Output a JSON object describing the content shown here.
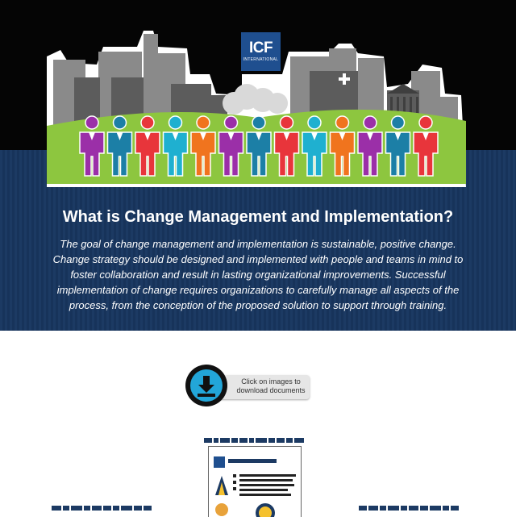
{
  "brand": {
    "logo_main": "ICF",
    "logo_sub": "INTERNATIONAL"
  },
  "hero": {
    "title": "What is Change Management and Implementation?",
    "description": "The goal of change management and implementation is sustainable, positive change. Change strategy should be designed and implemented with people and teams in mind to foster collaboration and result in lasting organizational improvements. Successful implementation of change requires organizations to carefully manage all aspects of the process, from the conception of the proposed solution to support through training."
  },
  "download": {
    "label": "Click on images to download documents",
    "icon": "download-icon"
  },
  "colors": {
    "navy": "#1c3a63",
    "purple": "#9b2fa8",
    "teal": "#1c7fa6",
    "red": "#e8353b",
    "cyan": "#1fb0d0",
    "orange": "#f0741e",
    "grass": "#8dc63f",
    "download_blue": "#22a6d9"
  },
  "people_colors": [
    "purple",
    "teal",
    "red",
    "cyan",
    "orange",
    "purple",
    "teal",
    "red",
    "cyan",
    "orange",
    "purple",
    "teal",
    "red"
  ]
}
